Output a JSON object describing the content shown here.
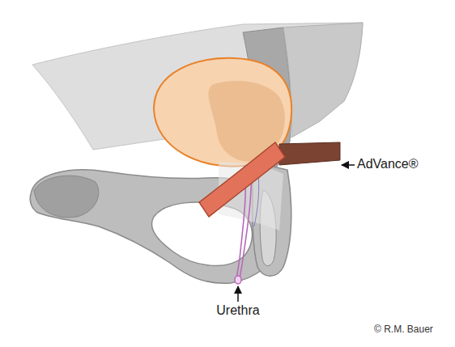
{
  "diagram": {
    "labels": [
      "AdVance®",
      "Urethra",
      "© R.M. Bauer"
    ]
  }
}
